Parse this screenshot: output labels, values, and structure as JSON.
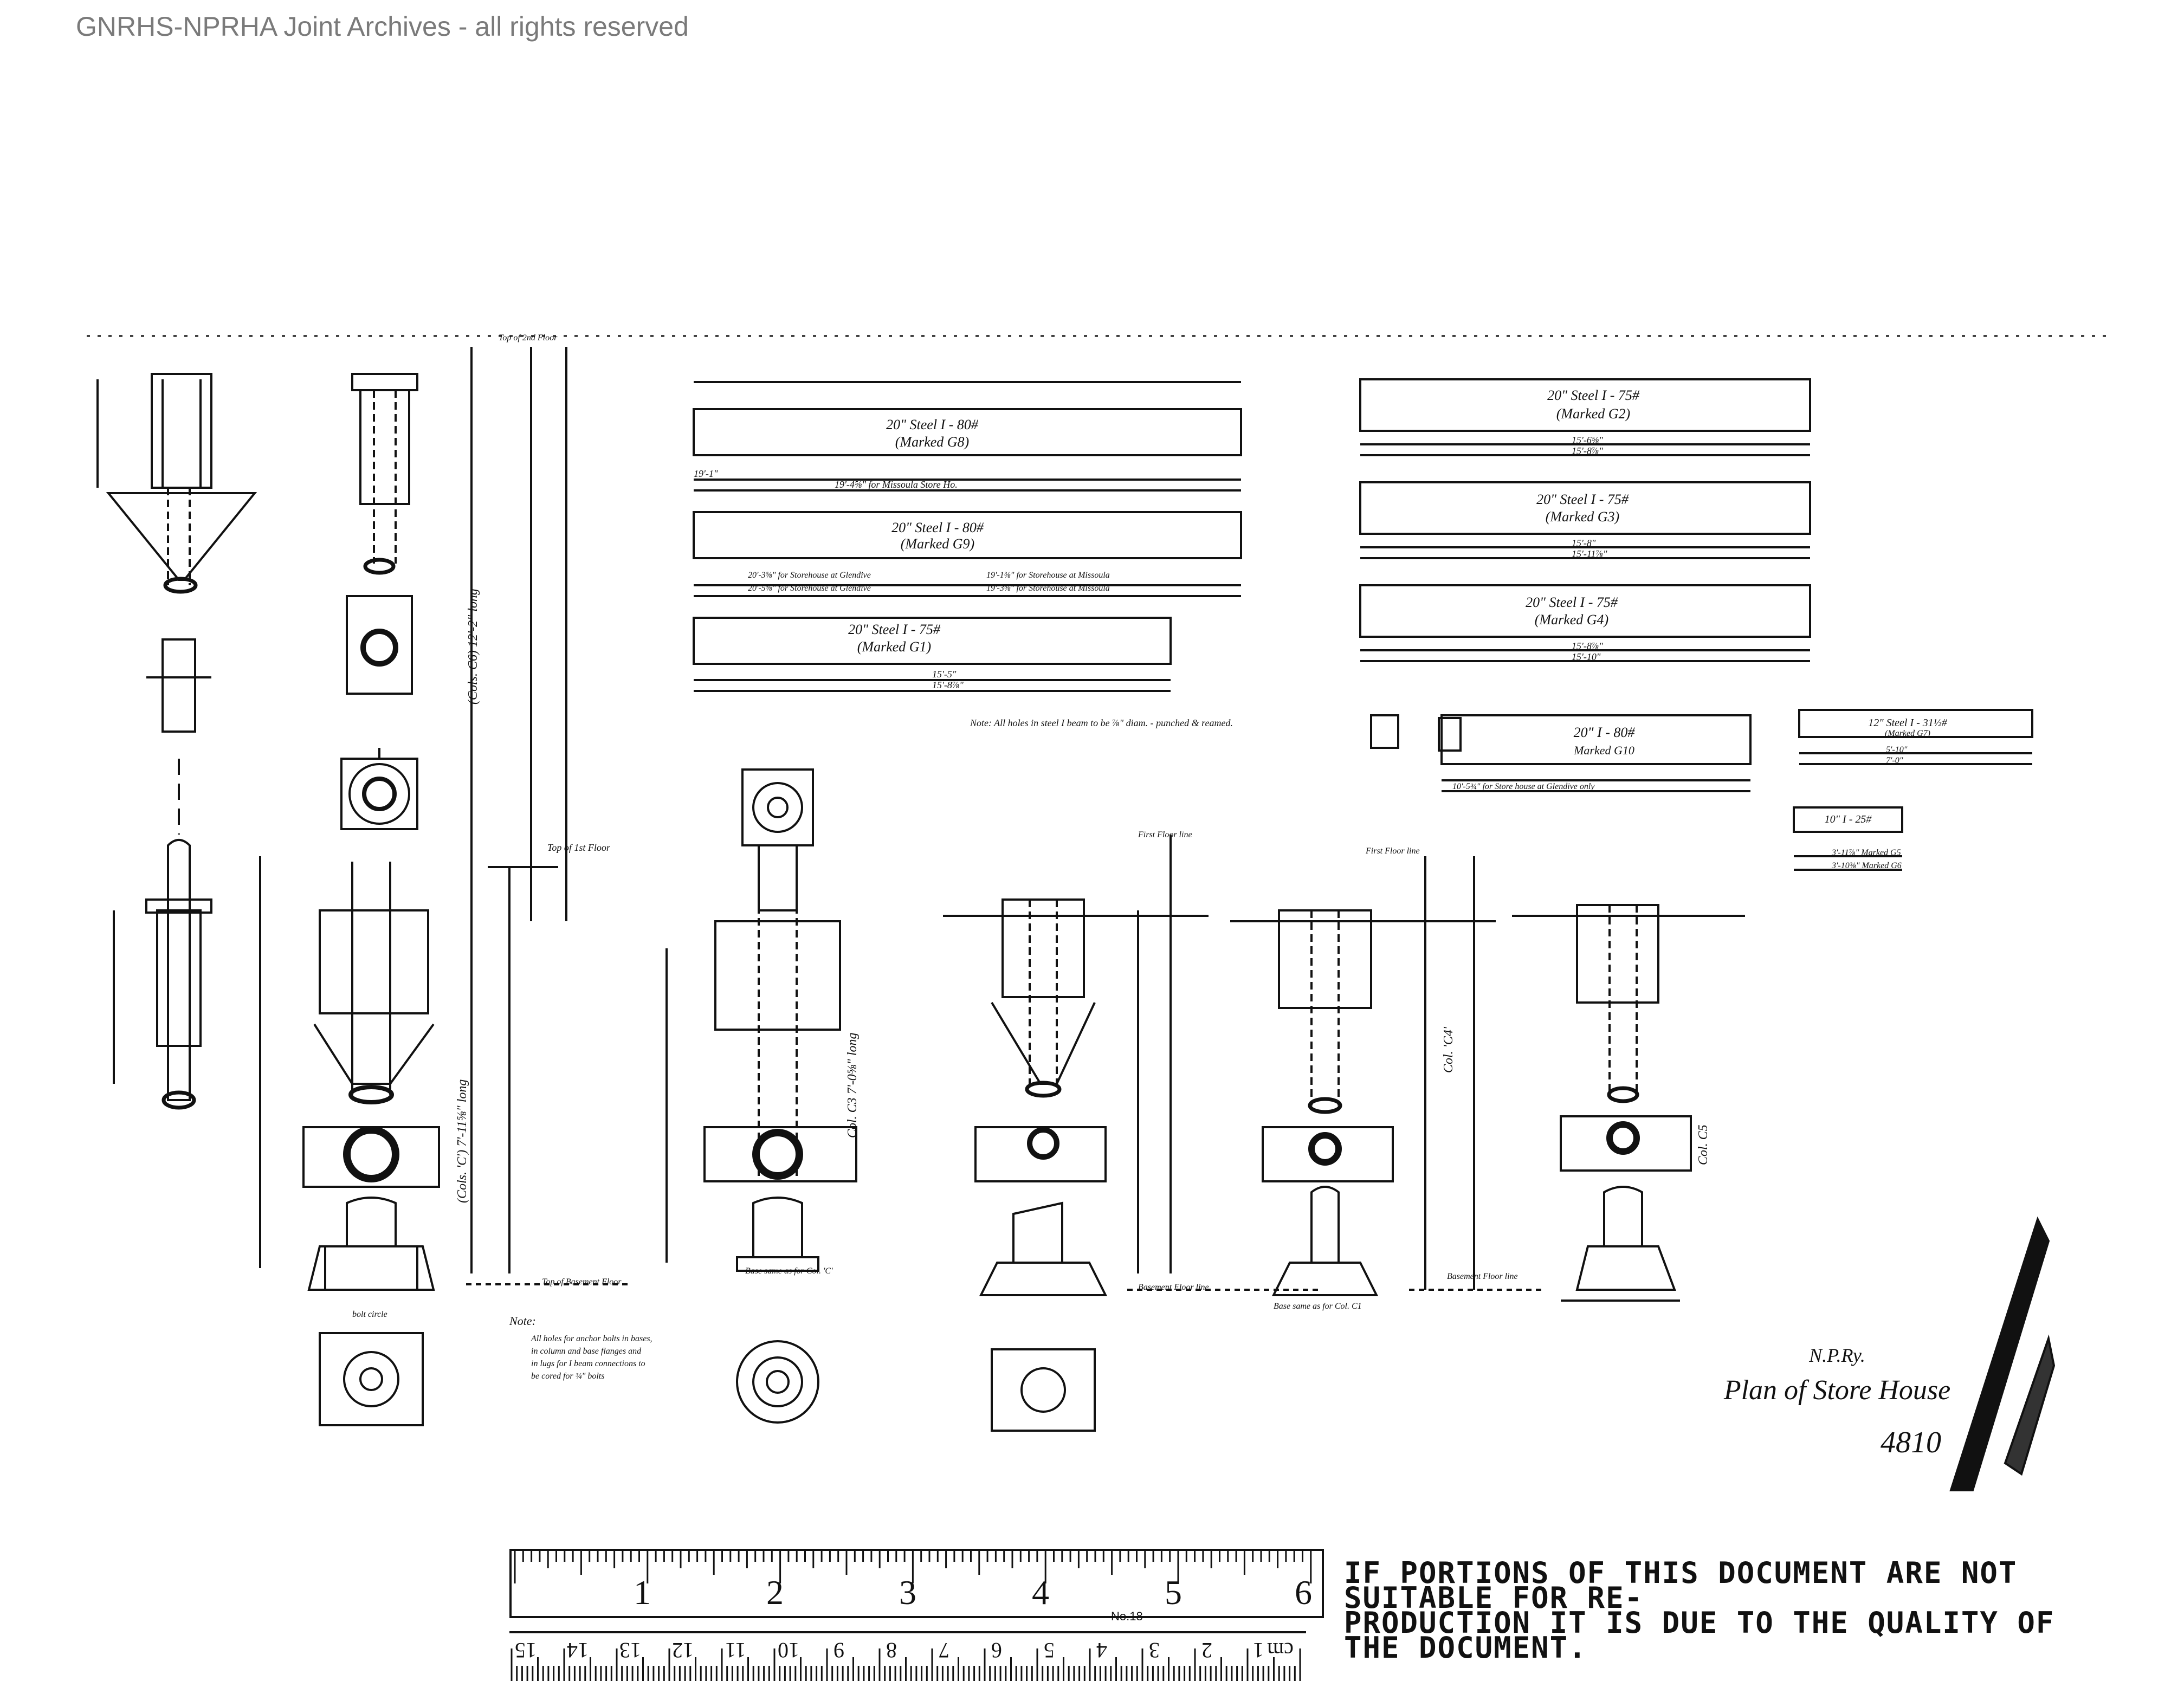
{
  "watermark": "GNRHS-NPRHA Joint Archives - all rights reserved",
  "title_block": {
    "railway": "N.P.Ry.",
    "title": "Plan of Store House",
    "drawing_number": "4810"
  },
  "beams": [
    {
      "name": "20\" Steel I - 80#",
      "mark": "(Marked G8)",
      "dims": [
        "19'-1\"",
        "19'-4⅝\" for Missoula Store Ho."
      ]
    },
    {
      "name": "20\" Steel I - 80#",
      "mark": "(Marked G9)",
      "dims": [
        "20'-3⅝\" for Storehouse at Glendive",
        "20'-5⅝\" for Storehouse at Glendive",
        "19'-1⅜\" for Storehouse at Missoula",
        "19'-3⅝\" for Storehouse at Missoula"
      ]
    },
    {
      "name": "20\" Steel I - 75#",
      "mark": "(Marked G1)",
      "dims": [
        "15'-5\"",
        "15'-8⅞\""
      ]
    },
    {
      "name": "20\" Steel I - 75#",
      "mark": "(Marked G2)",
      "dims": [
        "15'-6⅝\"",
        "15'-8⅞\""
      ]
    },
    {
      "name": "20\" Steel I - 75#",
      "mark": "(Marked G3)",
      "dims": [
        "15'-8\"",
        "15'-11⅞\""
      ]
    },
    {
      "name": "20\" Steel I - 75#",
      "mark": "(Marked G4)",
      "dims": [
        "15'-8⅞\"",
        "15'-10\""
      ]
    },
    {
      "name": "20\" I - 80#",
      "mark": "Marked G10",
      "dims": [
        "10'-5¾\" for Store house at Glendive only"
      ]
    },
    {
      "name": "12\" Steel I - 31½#",
      "mark": "(Marked G7)",
      "dims": [
        "5'-10\"",
        "7'-0\""
      ]
    },
    {
      "name": "10\" I - 25#",
      "mark": "",
      "dims": [
        "3'-11⅞\" Marked G5",
        "3'-10⅜\" Marked G6"
      ]
    }
  ],
  "notes": {
    "beam_note": "Note: All holes in steel I beam to be ⅞\" diam. - punched & reamed.",
    "anchor_note_title": "Note:",
    "anchor_note": [
      "All holes for anchor bolts in bases,",
      "in column and base flanges and",
      "in lugs for I beam connections to",
      "be cored for ¾\" bolts"
    ]
  },
  "levels": {
    "top_2nd_floor": "Top of 2nd Floor",
    "top_1st_floor": "Top of 1st Floor",
    "top_basement": "Top of Basement Floor",
    "first_floor_line": "First Floor line",
    "basement_floor_line": "Basement Floor line",
    "bolt_circle": "bolt circle",
    "base_same_c": "Base same as for Col. 'C'",
    "base_same_c1": "Base same as for Col. C1"
  },
  "column_labels": [
    "(Cols. C6) 12'-2\" long",
    "(Cols. 'C') 7'-11⅝\" long",
    "Col. C3 7'-0⅝\" long",
    "Col. 'C4'",
    "Col. C5"
  ],
  "ruler": {
    "inch_numbers": [
      "1",
      "2",
      "3",
      "4",
      "5",
      "6"
    ],
    "cm_numbers": [
      "1",
      "2",
      "3",
      "4",
      "5",
      "6",
      "7",
      "8",
      "9",
      "10",
      "11",
      "12",
      "13",
      "14",
      "15"
    ],
    "cm_label": "cm",
    "model": "No.18"
  },
  "disclaimer": [
    "IF PORTIONS OF THIS DOCUMENT ARE NOT SUITABLE FOR RE-",
    "PRODUCTION IT IS DUE TO THE QUALITY OF THE DOCUMENT."
  ]
}
